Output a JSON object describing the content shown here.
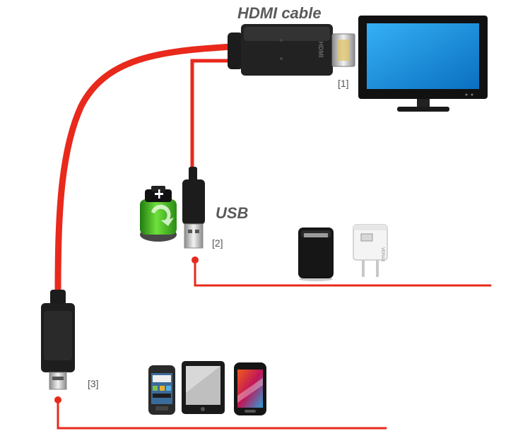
{
  "labels": {
    "hdmi_cable": "HDMI cable",
    "usb": "USB",
    "marker_1": "[1]",
    "marker_2": "[2]",
    "marker_3": "[3]",
    "hdmi_logo": "HDMI",
    "charger_brand": "VERAX"
  },
  "icons": {
    "monitor": "monitor-icon",
    "battery": "battery-icon",
    "power_bank": "power-bank-icon",
    "wall_charger": "wall-charger-icon",
    "phone_htc": "smartphone-icon",
    "tablet": "tablet-icon",
    "phone_samsung": "smartphone-icon"
  },
  "colors": {
    "cable_red": "#e8291c",
    "connector_black": "#1c1c1c",
    "screen_blue": "#1b8fe0",
    "battery_green": "#3fb51f"
  }
}
